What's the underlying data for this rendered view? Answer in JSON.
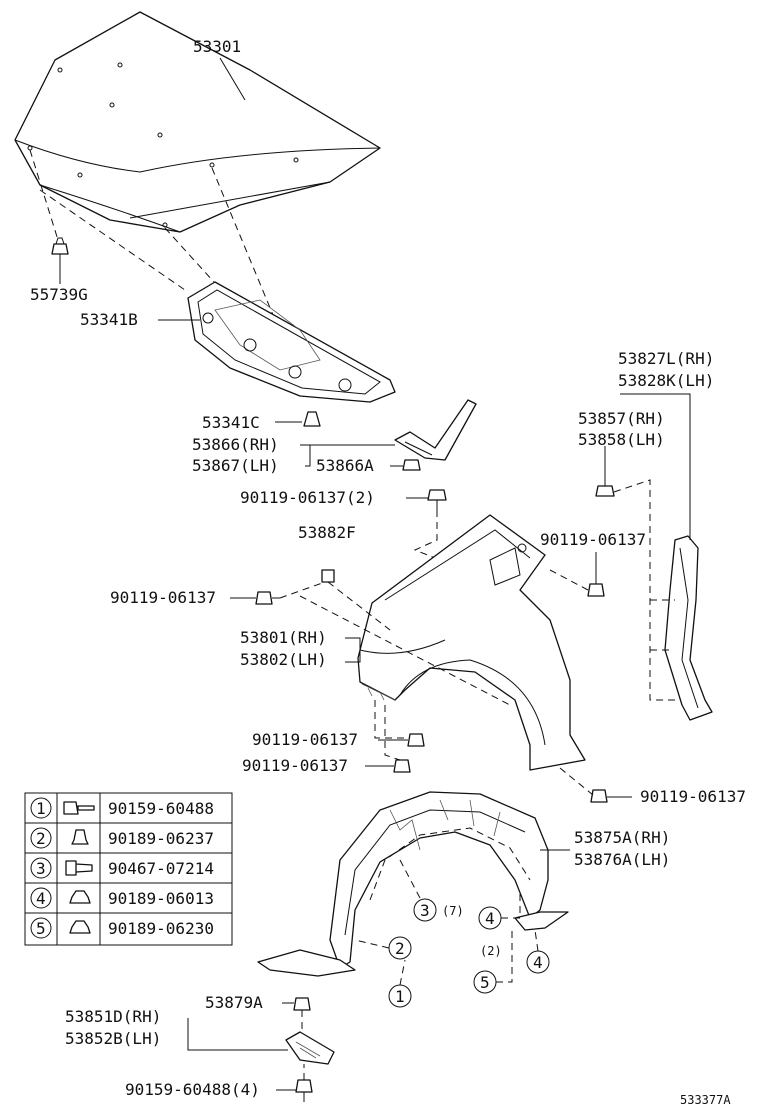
{
  "labels": {
    "hood": "53301",
    "hood_nut": "55739G",
    "hood_insulator": "53341B",
    "insulator_clip": "53341C",
    "seal_rh": "53866(RH)",
    "seal_lh": "53867(LH)",
    "seal_clip": "53866A",
    "bolt_top": "90119-06137(2)",
    "cushion": "53882F",
    "bolt_left": "90119-06137",
    "bolt_right": "90119-06137",
    "fender_rh": "53801(RH)",
    "fender_lh": "53802(LH)",
    "bolt_lower_1": "90119-06137",
    "bolt_lower_2": "90119-06137",
    "bolt_bottom_right": "90119-06137",
    "protector_rh": "53827L(RH)",
    "protector_lh": "53828K(LH)",
    "seal_side_rh": "53857(RH)",
    "seal_side_lh": "53858(LH)",
    "liner_rh": "53875A(RH)",
    "liner_lh": "53876A(LH)",
    "liner_clip": "53879A",
    "splash_rh": "53851D(RH)",
    "splash_lh": "53852B(LH)",
    "screw_bottom": "90159-60488(4)",
    "illustration_no": "533377A"
  },
  "callouts": {
    "c3": "3",
    "c3_qty": "(7)",
    "c4a": "4",
    "c4a_qty": "(2)",
    "c2": "2",
    "c1": "1",
    "c5": "5",
    "c4b": "4"
  },
  "legend": [
    {
      "num": "1",
      "icon": "screw-icon",
      "part": "90159-60488"
    },
    {
      "num": "2",
      "icon": "push-clip-icon",
      "part": "90189-06237"
    },
    {
      "num": "3",
      "icon": "rivet-clip-icon",
      "part": "90467-07214"
    },
    {
      "num": "4",
      "icon": "grommet-clip-icon",
      "part": "90189-06013"
    },
    {
      "num": "5",
      "icon": "grommet-clip-icon",
      "part": "90189-06230"
    }
  ]
}
